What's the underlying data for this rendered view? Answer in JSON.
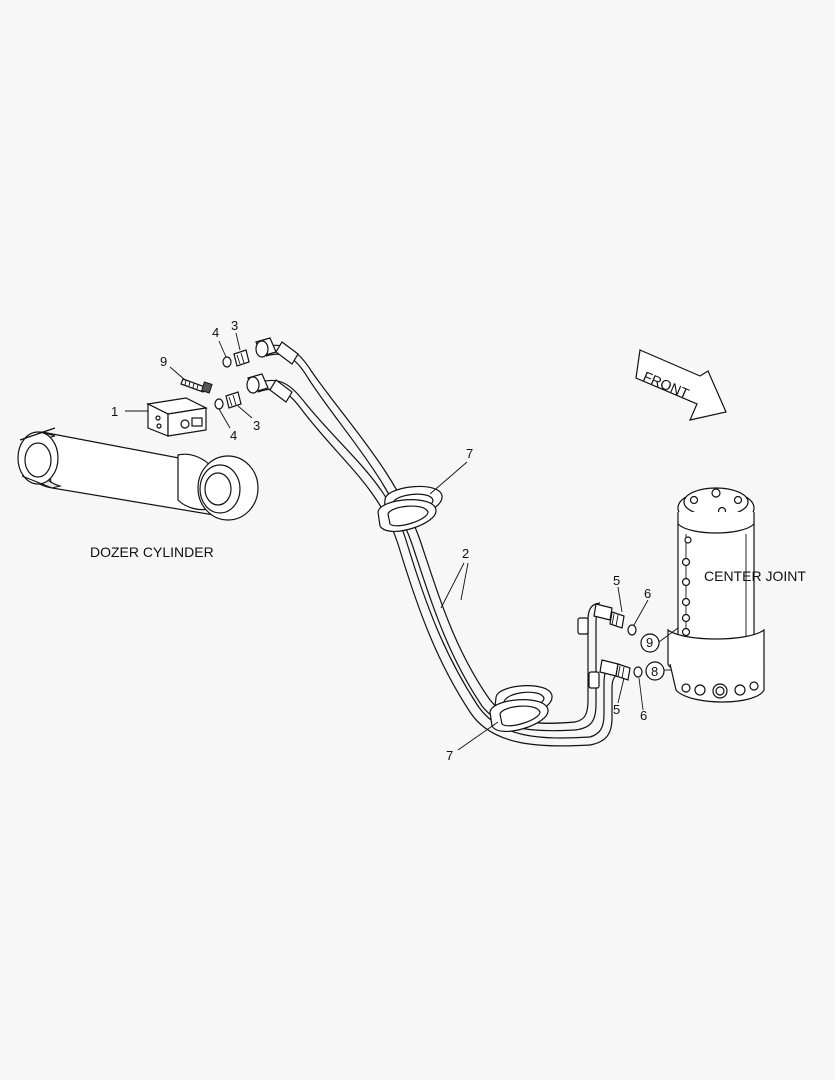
{
  "captions": {
    "dozer_cylinder": "DOZER CYLINDER",
    "center_joint": "CENTER JOINT",
    "front": "FRONT"
  },
  "callouts": {
    "c1": "1",
    "c2": "2",
    "c3_top": "3",
    "c3_bottom": "3",
    "c4_top": "4",
    "c4_bottom": "4",
    "c5_top": "5",
    "c5_bottom": "5",
    "c6_top": "6",
    "c6_bottom": "6",
    "c7_top": "7",
    "c7_bottom": "7",
    "c8": "8",
    "c9_cylinder": "9",
    "c9_joint": "9"
  }
}
